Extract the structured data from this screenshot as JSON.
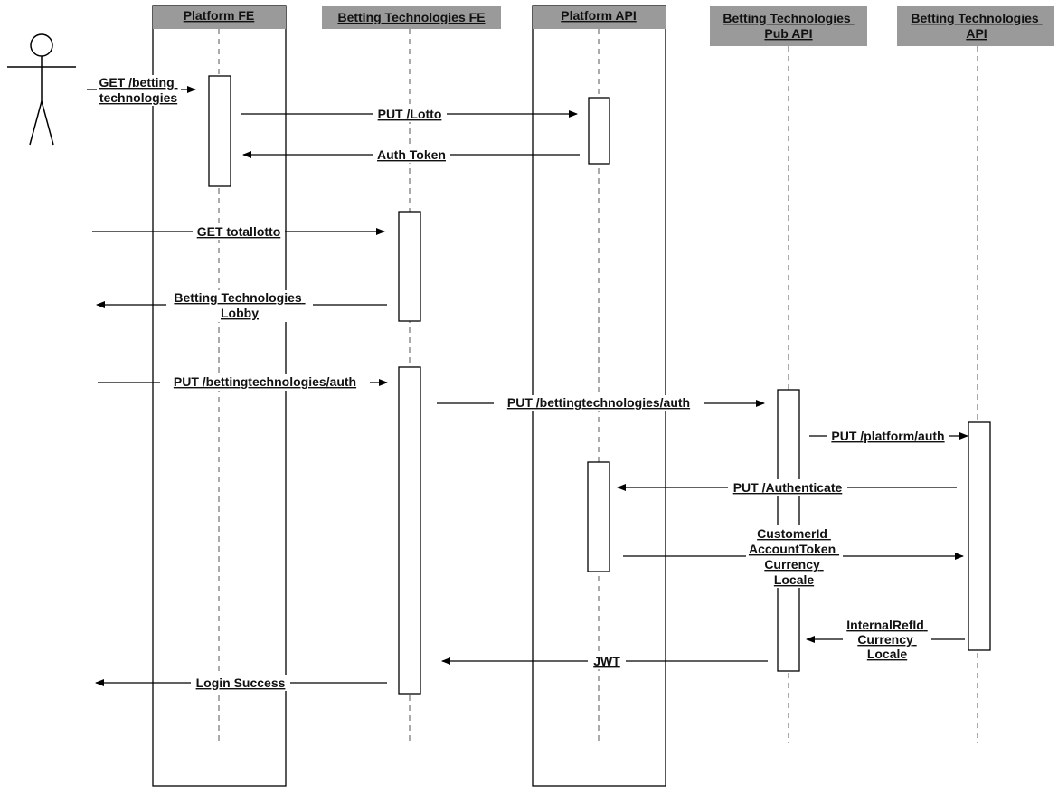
{
  "actor": {
    "name": ""
  },
  "participants": [
    {
      "id": "pfe",
      "label_lines": [
        "Platform FE"
      ]
    },
    {
      "id": "btfe",
      "label_lines": [
        "Betting Technologies FE"
      ]
    },
    {
      "id": "papi",
      "label_lines": [
        "Platform API"
      ]
    },
    {
      "id": "btpub",
      "label_lines": [
        "Betting Technologies",
        "Pub API"
      ]
    },
    {
      "id": "btapi",
      "label_lines": [
        "Betting Technologies",
        "API"
      ]
    }
  ],
  "messages": [
    {
      "from": "user",
      "to": "pfe",
      "label_lines": [
        "GET /betting",
        "technologies"
      ]
    },
    {
      "from": "pfe",
      "to": "papi",
      "label_lines": [
        "PUT /Lotto"
      ]
    },
    {
      "from": "papi",
      "to": "pfe",
      "label_lines": [
        "Auth Token"
      ]
    },
    {
      "from": "user",
      "to": "btfe",
      "label_lines": [
        "GET totallotto"
      ]
    },
    {
      "from": "btfe",
      "to": "user",
      "label_lines": [
        "Betting Technologies",
        "Lobby"
      ]
    },
    {
      "from": "user",
      "to": "btfe",
      "label_lines": [
        "PUT /bettingtechnologies/auth"
      ]
    },
    {
      "from": "btfe",
      "to": "btpub",
      "label_lines": [
        "PUT /bettingtechnologies/auth"
      ]
    },
    {
      "from": "btpub",
      "to": "btapi",
      "label_lines": [
        "PUT /platform/auth"
      ]
    },
    {
      "from": "btapi",
      "to": "papi",
      "label_lines": [
        "PUT /Authenticate"
      ]
    },
    {
      "from": "papi",
      "to": "btapi",
      "label_lines": [
        "CustomerId",
        "AccountToken",
        "Currency",
        "Locale"
      ]
    },
    {
      "from": "btapi",
      "to": "btpub",
      "label_lines": [
        "InternalRefId",
        "Currency",
        "Locale"
      ]
    },
    {
      "from": "btpub",
      "to": "btfe",
      "label_lines": [
        "JWT"
      ]
    },
    {
      "from": "btfe",
      "to": "user",
      "label_lines": [
        "Login Success"
      ]
    }
  ]
}
